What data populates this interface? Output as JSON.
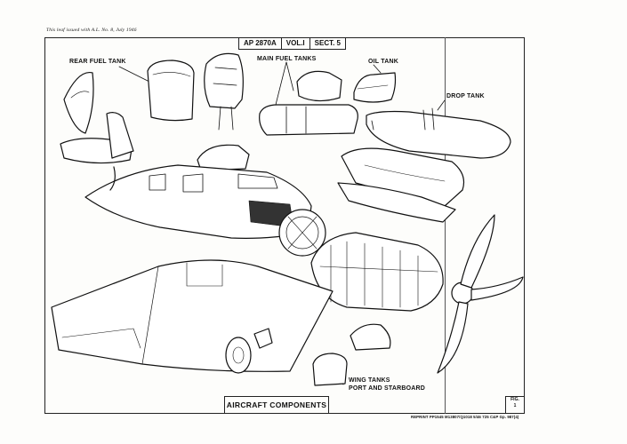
{
  "issue_note": "This leaf issued with A.L. No. 8, July 1946",
  "header": {
    "ref": "AP 2870A",
    "vol": "VOL.I",
    "sect": "SECT. 5"
  },
  "labels": {
    "rear_fuel_tank": "REAR FUEL TANK",
    "main_fuel_tanks": "MAIN FUEL TANKS",
    "oil_tank": "OIL TANK",
    "drop_tank": "DROP TANK",
    "wing_tanks_1": "WING TANKS",
    "wing_tanks_2": "PORT AND STARBOARD"
  },
  "title": "AIRCRAFT COMPONENTS",
  "fig": {
    "label": "FIG.",
    "number": "1"
  },
  "reprint": "REPRINT PP1545 M13807/Q1018 5/46 725 C&P Gp. 987(4)"
}
